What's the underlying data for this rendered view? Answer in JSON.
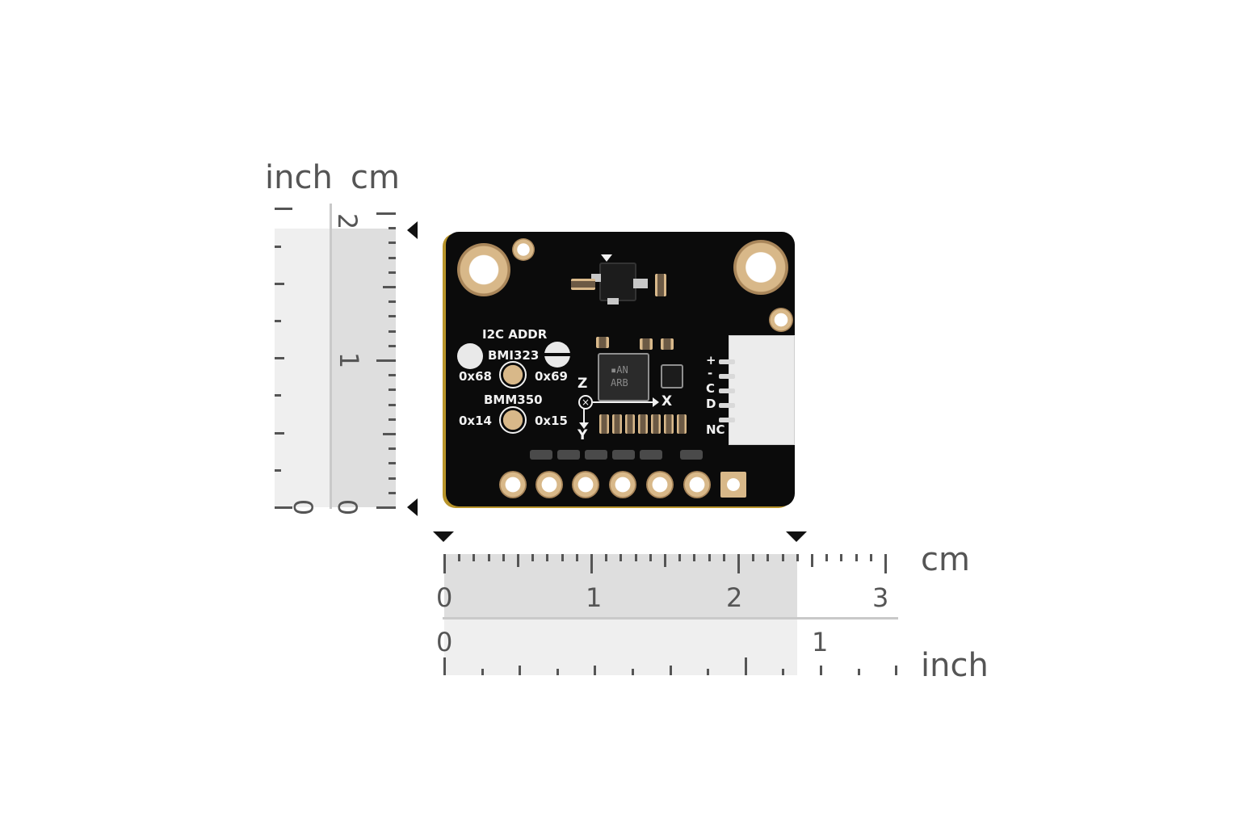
{
  "rulers": {
    "vertical": {
      "unit_inch": "inch",
      "unit_cm": "cm",
      "inch_label": "0",
      "cm_labels": [
        "2",
        "1",
        "0"
      ]
    },
    "horizontal": {
      "unit_cm": "cm",
      "unit_inch": "inch",
      "cm_labels": [
        "0",
        "1",
        "2",
        "3"
      ],
      "inch_labels": [
        "0",
        "1"
      ]
    }
  },
  "board": {
    "i2c_title": "I2C ADDR",
    "bmi_label": "BMI323",
    "bmi_left_addr": "0x68",
    "bmi_right_addr": "0x69",
    "bmm_label": "BMM350",
    "bmm_left_addr": "0x14",
    "bmm_right_addr": "0x15",
    "chip_line1": "▪AN",
    "chip_line2": "ARB",
    "axis_z": "Z",
    "axis_x": "X",
    "axis_y": "Y",
    "pin_labels": [
      "+",
      "-",
      "C",
      "D",
      "NC"
    ],
    "colors": {
      "pcb": "#0b0b0b",
      "silkscreen": "#f1f1f1",
      "gold": "#d8b889"
    }
  }
}
